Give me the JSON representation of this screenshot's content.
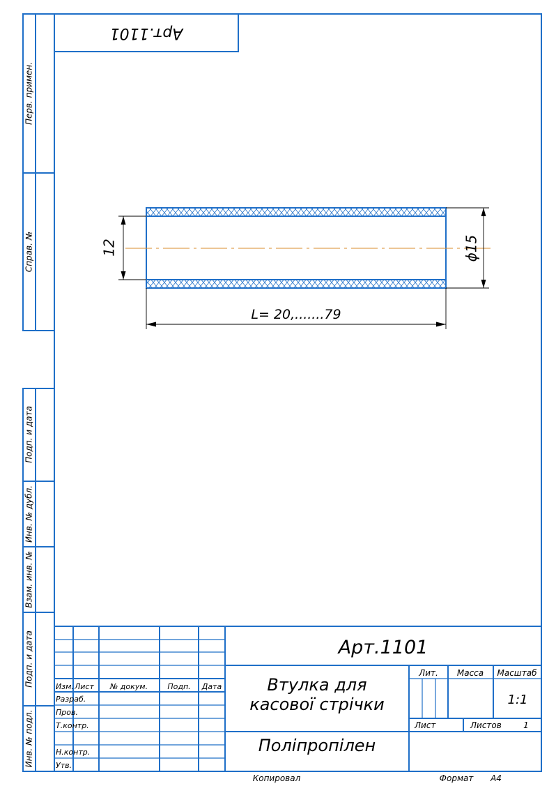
{
  "stamp_mirrored": "Арт.1101",
  "side_labels": {
    "perv_primen": "Перв. примен.",
    "sprav_no": "Справ. №",
    "podp_data_1": "Подп. и дата",
    "inv_dubl": "Инв. № дубл.",
    "vzam_inv": "Взам. инв. №",
    "podp_data_2": "Подп. и дата",
    "inv_podl": "Инв. № подл."
  },
  "drawing": {
    "dim_inner": "12",
    "dim_outer": "ϕ15",
    "dim_length": "L= 20,.......79"
  },
  "title_block": {
    "designation": "Арт.1101",
    "name_line1": "Втулка для",
    "name_line2": "касової стрічки",
    "material": "Поліпропілен",
    "col_izm": "Изм.",
    "col_list": "Лист",
    "col_dokum": "№ докум.",
    "col_podp": "Подп.",
    "col_data": "Дата",
    "row_razrab": "Разраб.",
    "row_prov": "Пров.",
    "row_tkontr": "Т.контр.",
    "row_nkontr": "Н.контр.",
    "row_utv": "Утв.",
    "lit": "Лит.",
    "massa": "Масса",
    "masshtab": "Масштаб",
    "scale_value": "1:1",
    "list_label": "Лист",
    "listov_label": "Листов",
    "listov_value": "1"
  },
  "footer": {
    "kopiroval": "Копировал",
    "format_label": "Формат",
    "format_value": "А4"
  },
  "colors": {
    "frame": "#1f6fc8",
    "centerline": "#d98b2b",
    "text": "#000000"
  }
}
